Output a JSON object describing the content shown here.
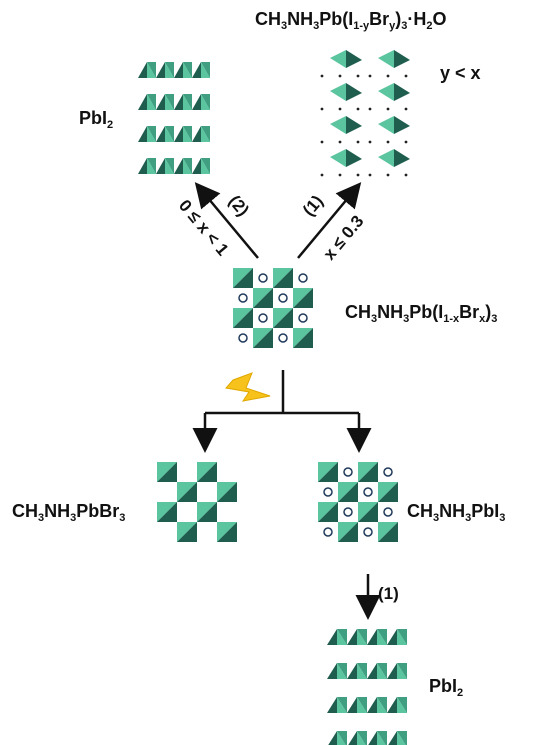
{
  "labels": {
    "hydrate": {
      "pre": "CH",
      "a": "3",
      "b": "NH",
      "c": "3",
      "d": "Pb(I",
      "e": "1-y",
      "f": "Br",
      "g": "y",
      "h": ")",
      "i": "3",
      "j": "·H",
      "k": "2",
      "l": "O"
    },
    "y_lt_x": "y < x",
    "pbi2_top": {
      "pre": "PbI",
      "sub": "2"
    },
    "mixed": {
      "pre": "CH",
      "a": "3",
      "b": "NH",
      "c": "3",
      "d": "Pb(I",
      "e": "1-x",
      "f": "Br",
      "g": "x",
      "h": ")",
      "i": "3"
    },
    "br3": {
      "pre": "CH",
      "a": "3",
      "b": "NH",
      "c": "3",
      "d": "PbBr",
      "e": "3"
    },
    "i3": {
      "pre": "CH",
      "a": "3",
      "b": "NH",
      "c": "3",
      "d": "PbI",
      "e": "3"
    },
    "pbi2_bottom": {
      "pre": "PbI",
      "sub": "2"
    }
  },
  "arrows": {
    "left_step": "(2)",
    "left_cond": "0 ≤ x < 1",
    "right_step": "(1)",
    "right_cond": "x ≤ 0.3",
    "bottom_step": "(1)"
  },
  "icons": [
    "lightning-icon"
  ],
  "colors": {
    "dark_green": "#1f5d4e",
    "light_green": "#5bc5a0",
    "lightning": "#f7c21b",
    "arrow": "#111111"
  }
}
